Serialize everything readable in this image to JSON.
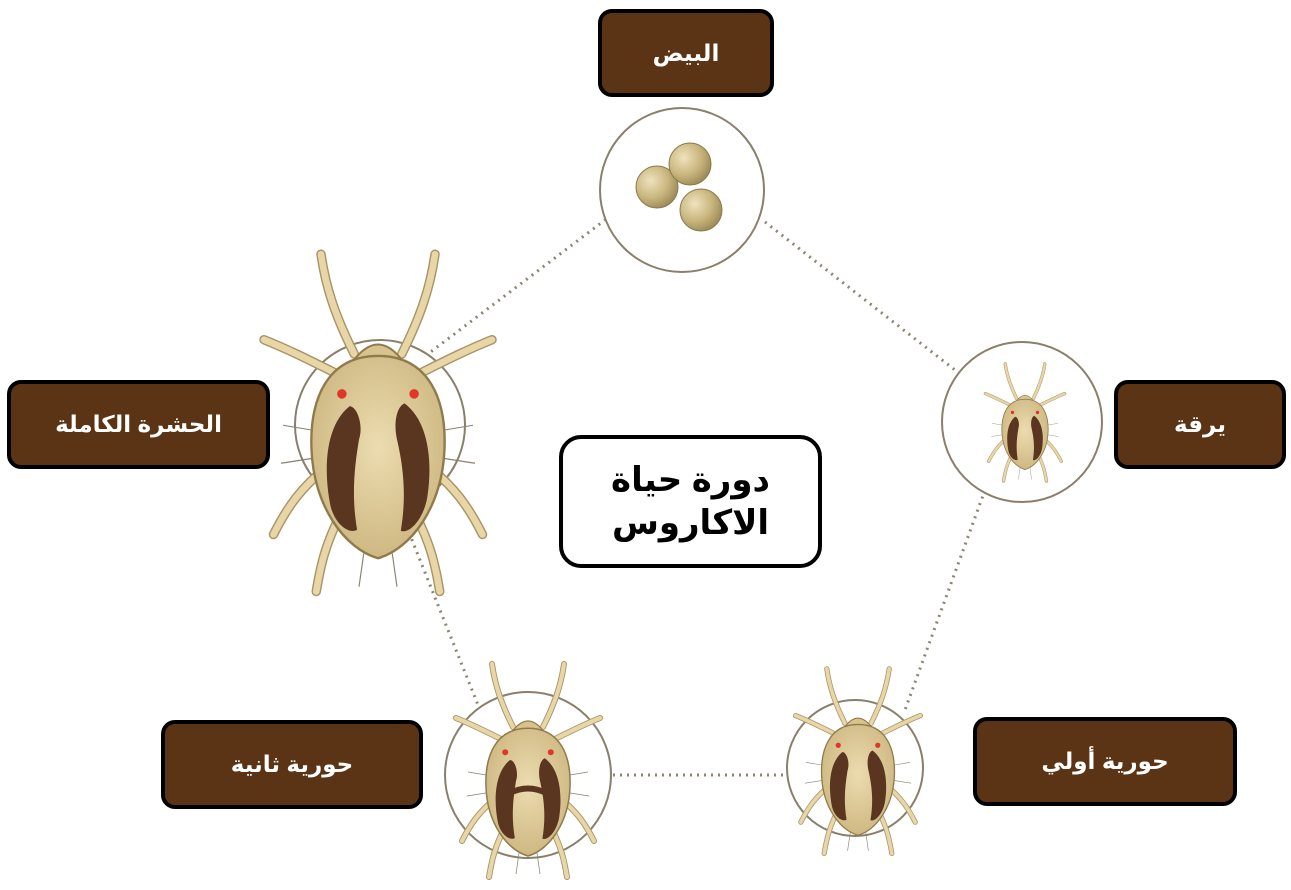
{
  "title": {
    "line1": "دورة حياة",
    "line2": "الاكاروس"
  },
  "stages": {
    "eggs": "البيض",
    "larva": "يرقة",
    "first_nymph": "حورية أولي",
    "second_nymph": "حورية ثانية",
    "adult": "الحشرة الكاملة"
  },
  "colors": {
    "label_fill": "#5a3414",
    "label_border": "#000000",
    "mite_body": "#dcc792",
    "mite_patch": "#5a3520",
    "egg": "#c7b57e",
    "circle_stroke": "#8a7f6a"
  }
}
